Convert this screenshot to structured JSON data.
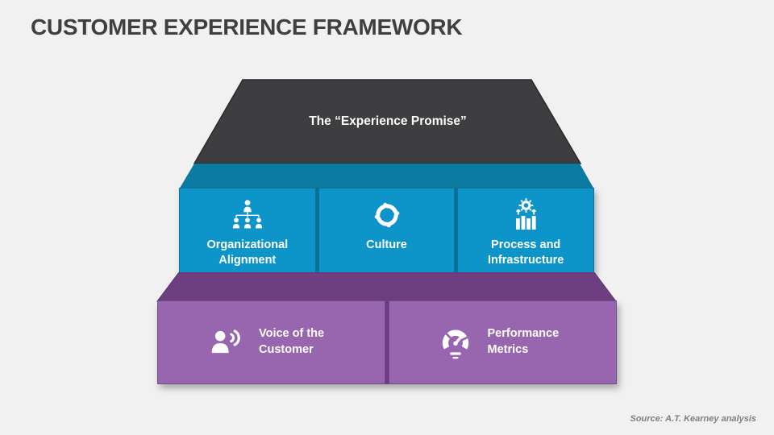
{
  "slide": {
    "title": "CUSTOMER EXPERIENCE FRAMEWORK",
    "source_note": "Source: A.T. Kearney analysis",
    "background_color": "#f1f1f2",
    "title_color": "#3f3f41"
  },
  "framework": {
    "top_tier": {
      "label": "The “Experience Promise”",
      "fill_color": "#3e3e40",
      "text_color": "#ffffff"
    },
    "middle_tier": {
      "front_color": "#0d94c8",
      "top_face_color": "#0c7ba1",
      "divider_color": "#0a6d94",
      "text_color": "#ffffff",
      "items": [
        {
          "label": "Organizational Alignment",
          "icon": "org-chart-icon"
        },
        {
          "label": "Culture",
          "icon": "culture-swirl-icon"
        },
        {
          "label": "Process and Infrastructure",
          "icon": "process-gear-chart-icon"
        }
      ]
    },
    "bottom_tier": {
      "front_color": "#9866ae",
      "top_face_color": "#6d3f80",
      "divider_color": "#6a3d7e",
      "text_color": "#ffffff",
      "items": [
        {
          "label": "Voice of the Customer",
          "icon": "customer-voice-icon"
        },
        {
          "label": "Performance Metrics",
          "icon": "performance-gauge-icon"
        }
      ]
    }
  }
}
